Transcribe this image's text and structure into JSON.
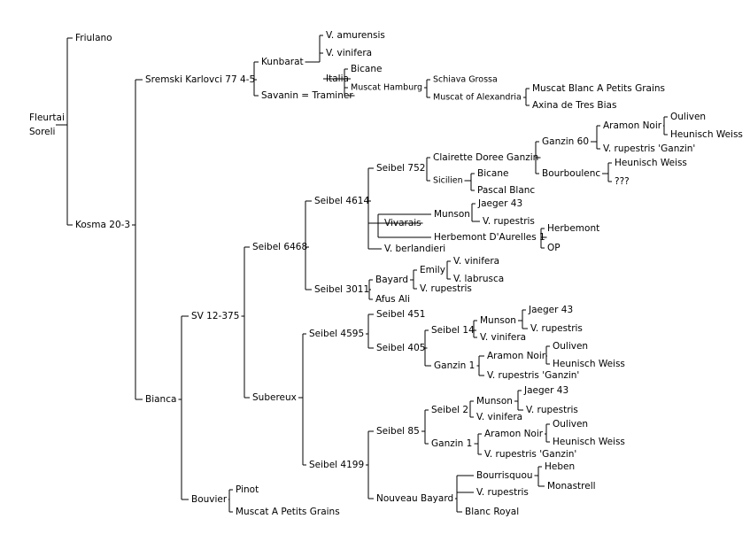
{
  "tree": {
    "name": "Fleurtai Soreli",
    "lines": [
      "Fleurtai",
      "Soreli"
    ],
    "children": [
      {
        "name": "Friulano"
      },
      {
        "name": "Kosma 20-3",
        "children": [
          {
            "name": "Sremski Karlovci 77 4-5",
            "children": [
              {
                "name": "Kunbarat",
                "children": [
                  {
                    "name": "V. amurensis"
                  },
                  {
                    "name": "V. vinifera"
                  }
                ]
              },
              {
                "name": "Savanin = Traminer",
                "children": [
                  {
                    "name": "Italia",
                    "children": [
                      {
                        "name": "Bicane"
                      },
                      {
                        "name": "Muscat Hamburg",
                        "small": true,
                        "children": [
                          {
                            "name": "Schiava Grossa",
                            "small": true
                          },
                          {
                            "name": "Muscat of Alexandria",
                            "small": true,
                            "children": [
                              {
                                "name": "Muscat Blanc A Petits Grains"
                              },
                              {
                                "name": "Axina de Tres Bias"
                              }
                            ]
                          }
                        ]
                      }
                    ]
                  }
                ]
              }
            ]
          },
          {
            "name": "Bianca",
            "children": [
              {
                "name": "SV 12-375",
                "children": [
                  {
                    "name": "Seibel 6468",
                    "children": [
                      {
                        "name": "Seibel 4614",
                        "children": [
                          {
                            "name": "Seibel 752",
                            "children": [
                              {
                                "name": "Clairette Doree Ganzin",
                                "children": [
                                  {
                                    "name": "Ganzin 60",
                                    "children": [
                                      {
                                        "name": "Aramon Noir",
                                        "children": [
                                          {
                                            "name": "Ouliven"
                                          },
                                          {
                                            "name": "Heunisch Weiss"
                                          }
                                        ]
                                      },
                                      {
                                        "name": "V. rupestris 'Ganzin'"
                                      }
                                    ]
                                  },
                                  {
                                    "name": "Bourboulenc",
                                    "children": [
                                      {
                                        "name": "Heunisch Weiss"
                                      },
                                      {
                                        "name": "???"
                                      }
                                    ]
                                  }
                                ]
                              },
                              {
                                "name": "Sicilien",
                                "small": true,
                                "children": [
                                  {
                                    "name": "Bicane"
                                  },
                                  {
                                    "name": "Pascal Blanc"
                                  }
                                ]
                              }
                            ]
                          },
                          {
                            "name": "Vivarais",
                            "children": [
                              {
                                "name": "Munson",
                                "children": [
                                  {
                                    "name": "Jaeger 43"
                                  },
                                  {
                                    "name": "V. rupestris"
                                  }
                                ]
                              },
                              {
                                "name": "Herbemont D'Aurelles 1",
                                "children": [
                                  {
                                    "name": "Herbemont"
                                  },
                                  {
                                    "name": "OP"
                                  }
                                ]
                              }
                            ]
                          },
                          {
                            "name": "V. berlandieri"
                          }
                        ]
                      },
                      {
                        "name": "Seibel 3011",
                        "children": [
                          {
                            "name": "Bayard",
                            "children": [
                              {
                                "name": "Emily",
                                "children": [
                                  {
                                    "name": "V. vinifera"
                                  },
                                  {
                                    "name": "V. labrusca"
                                  }
                                ]
                              },
                              {
                                "name": "V. rupestris"
                              }
                            ]
                          },
                          {
                            "name": "Afus Ali"
                          }
                        ]
                      }
                    ]
                  },
                  {
                    "name": "Subereux",
                    "children": [
                      {
                        "name": "Seibel 4595",
                        "children": [
                          {
                            "name": "Seibel 451"
                          },
                          {
                            "name": "Seibel 405",
                            "children": [
                              {
                                "name": "Seibel 14",
                                "children": [
                                  {
                                    "name": "Munson",
                                    "children": [
                                      {
                                        "name": "Jaeger 43"
                                      },
                                      {
                                        "name": "V. rupestris"
                                      }
                                    ]
                                  },
                                  {
                                    "name": "V. vinifera"
                                  }
                                ]
                              },
                              {
                                "name": "Ganzin 1",
                                "children": [
                                  {
                                    "name": "Aramon Noir",
                                    "children": [
                                      {
                                        "name": "Ouliven"
                                      },
                                      {
                                        "name": "Heunisch Weiss"
                                      }
                                    ]
                                  },
                                  {
                                    "name": "V. rupestris 'Ganzin'"
                                  }
                                ]
                              }
                            ]
                          }
                        ]
                      },
                      {
                        "name": "Seibel 4199",
                        "children": [
                          {
                            "name": "Seibel 85",
                            "children": [
                              {
                                "name": "Seibel 2",
                                "children": [
                                  {
                                    "name": "Munson",
                                    "children": [
                                      {
                                        "name": "Jaeger 43"
                                      },
                                      {
                                        "name": "V. rupestris"
                                      }
                                    ]
                                  },
                                  {
                                    "name": "V. vinifera"
                                  }
                                ]
                              },
                              {
                                "name": "Ganzin 1",
                                "children": [
                                  {
                                    "name": "Aramon Noir",
                                    "children": [
                                      {
                                        "name": "Ouliven"
                                      },
                                      {
                                        "name": "Heunisch Weiss"
                                      }
                                    ]
                                  },
                                  {
                                    "name": "V. rupestris 'Ganzin'"
                                  }
                                ]
                              }
                            ]
                          },
                          {
                            "name": "Nouveau Bayard",
                            "children": [
                              {
                                "name": "Bourrisquou",
                                "children": [
                                  {
                                    "name": "Heben"
                                  },
                                  {
                                    "name": "Monastrell"
                                  }
                                ]
                              },
                              {
                                "name": "V. rupestris"
                              },
                              {
                                "name": "Blanc Royal"
                              }
                            ]
                          }
                        ]
                      }
                    ]
                  }
                ]
              },
              {
                "name": "Bouvier",
                "children": [
                  {
                    "name": "Pinot"
                  },
                  {
                    "name": "Muscat A Petits Grains"
                  }
                ]
              }
            ]
          }
        ]
      }
    ]
  }
}
